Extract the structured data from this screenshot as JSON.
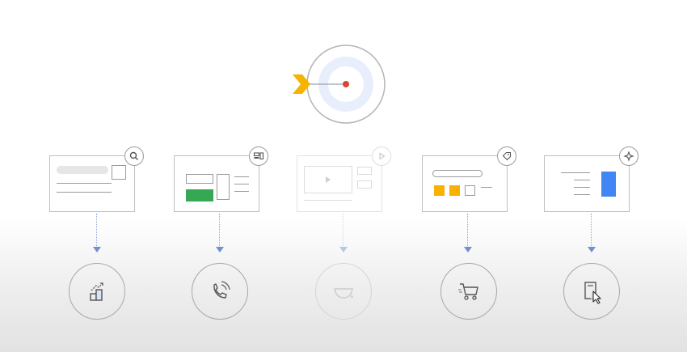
{
  "target": {
    "colors": {
      "arrow_head": "#f4b400",
      "bullseye_center": "#db4437",
      "inner_ring": "#e8eefb"
    }
  },
  "cards": [
    {
      "badge_icon": "search-icon",
      "content": "search-ad"
    },
    {
      "badge_icon": "display-icon",
      "content": "display-ad",
      "accent": "#34a853"
    },
    {
      "badge_icon": "play-icon",
      "content": "video-ad",
      "faded": true
    },
    {
      "badge_icon": "tag-icon",
      "content": "shopping-ad",
      "accent": "#f9b000"
    },
    {
      "badge_icon": "sparkle-icon",
      "content": "discovery-ad",
      "accent": "#4285f4"
    }
  ],
  "outcomes": [
    {
      "icon": "growth-chart-icon"
    },
    {
      "icon": "phone-call-icon"
    },
    {
      "icon": "bowl-icon",
      "faded": true
    },
    {
      "icon": "shopping-cart-icon"
    },
    {
      "icon": "store-click-icon"
    }
  ]
}
